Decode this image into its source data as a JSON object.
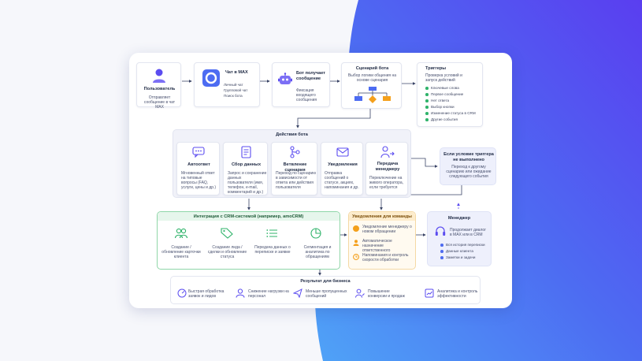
{
  "colors": {
    "accent": "#5b4cf0",
    "green": "#2fb36a",
    "orange": "#f4a01c",
    "blue_bg": "#eef0fc"
  },
  "user": {
    "title": "Пользователь",
    "desc": "Отправляет сообщение в чат MAX"
  },
  "chat": {
    "title": "Чат в MAX",
    "items": [
      "Личный чат",
      "Групповой чат",
      "Поиск бота"
    ]
  },
  "bot": {
    "title": "Бот получает сообщение",
    "desc": "Фиксация входящего сообщения"
  },
  "scenario": {
    "title": "Сценарий бота",
    "desc": "Выбор логики общения на основе сценария"
  },
  "triggers": {
    "title": "Триггеры",
    "desc": "Проверка условий и запуск действий",
    "items": [
      "Ключевые слова",
      "Первое сообщение",
      "Нет ответа",
      "Выбор кнопки",
      "Изменение статуса в CRM",
      "Другие события"
    ]
  },
  "actions": {
    "title": "Действия бота",
    "cards": [
      {
        "title": "Автоответ",
        "desc": "Мгновенный ответ на типовые вопросы (FAQ, услуги, цены и др.)"
      },
      {
        "title": "Сбор данных",
        "desc": "Запрос и сохранение данных пользователя (имя, телефон, e-mail, комментарий и др.)"
      },
      {
        "title": "Ветвление сценария",
        "desc": "Переход по сценарию в зависимости от ответа или действия пользователя"
      },
      {
        "title": "Уведомления",
        "desc": "Отправка сообщений о статусе, акциях, напоминания и др."
      },
      {
        "title": "Передача менеджеру",
        "desc": "Переключение на живого оператора, если требуется"
      }
    ]
  },
  "fallback": {
    "title": "Если условие триггера не выполнено",
    "desc": "Переход к другому сценарию или ожидание следующего события"
  },
  "crm": {
    "title": "Интеграция с CRM-системой (например, amoCRM)",
    "steps": [
      "Создание / обновление карточки клиента",
      "Создание лида / сделки и обновление статуса",
      "Передача данных о переписке и заявке",
      "Сегментация и аналитика по обращениям"
    ]
  },
  "notify": {
    "title": "Уведомления для команды",
    "items": [
      "Уведомление менеджеру о новом обращении",
      "Автоматическое назначение ответственного",
      "Напоминания и контроль скорости обработки"
    ]
  },
  "manager": {
    "title": "Менеджер",
    "desc": "Продолжает диалог в MAX или в CRM",
    "items": [
      "Вся история переписки",
      "Данные клиента",
      "Заметки и задачи"
    ]
  },
  "result": {
    "title": "Результат для бизнеса",
    "items": [
      "Быстрая обработка заявок и лидов",
      "Снижение нагрузки на персонал",
      "Меньше пропущенных сообщений",
      "Повышение конверсии и продаж",
      "Аналитика и контроль эффективности"
    ]
  }
}
